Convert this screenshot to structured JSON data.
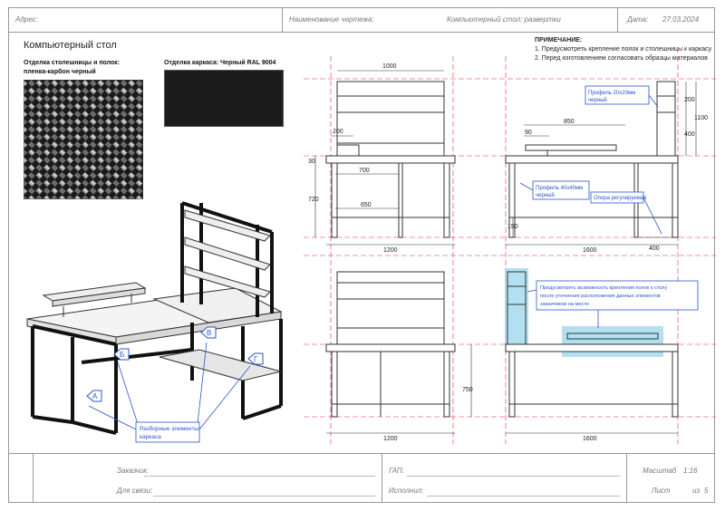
{
  "header": {
    "address_label": "Адрес:",
    "drawing_name_label": "Наименование чертежа:",
    "drawing_name_value": "Компьютерный стол: развертки",
    "date_label": "Дата:",
    "date_value": "27.03.2024"
  },
  "title": "Компьютерный стол",
  "finishes": {
    "top_label_line1": "Отделка столешницы и полок:",
    "top_label_line2": "пленка-карбон черный",
    "frame_label": "Отделка каркаса: Черный RAL 9004"
  },
  "notes": {
    "heading": "ПРИМЕЧАНИЕ:",
    "items": [
      "1.   Предусмотреть крепление полок и столешницы к каркасу",
      "2.   Перед изготовлением согласовать образцы материалов"
    ]
  },
  "callouts": {
    "markers": [
      "А",
      "Б",
      "В",
      "Г"
    ],
    "parts_label_line1": "Разборные элементы",
    "parts_label_line2": "каркаса",
    "profile_small_line1": "Профиль 20х20мм",
    "profile_small_line2": "черный",
    "profile_big_line1": "Профиль 40х40мм",
    "profile_big_line2": "черный",
    "support_label": "Опора регулируемая",
    "attach_note_line1": "Предусмотреть возможность крепления полок к столу",
    "attach_note_line2": "после уточнения расположения данных элементов",
    "attach_note_line3": "заказчиком на месте"
  },
  "dimensions": {
    "front_top_width": "1000",
    "front_shelf_small": "200",
    "front_h_30": "30",
    "front_h_720": "720",
    "front_700": "700",
    "front_650": "650",
    "front_width": "1200",
    "side_850": "850",
    "side_90": "90",
    "side_200": "200",
    "side_1100": "1100",
    "side_400": "400",
    "side_150": "150",
    "side_width": "1600",
    "side_bottom_400": "400",
    "rear_h_750": "750",
    "rear_width": "1200",
    "plan_width": "1600"
  },
  "colors": {
    "frame_line": "#999999",
    "drawing_line": "#333333",
    "dim_red": "#e0303a",
    "callout_blue": "#2a55c8",
    "highlight": "#9fd8ee",
    "frame_black": "#111111"
  },
  "footer": {
    "customer_label": "Заказчик:",
    "contact_label": "Для связи:",
    "gap_label": "ГАП:",
    "executor_label": "Исполнил:",
    "scale_label": "Масштаб",
    "scale_value": "1:16",
    "sheet_label": "Лист",
    "sheet_of": "из",
    "sheet_total": "5"
  }
}
